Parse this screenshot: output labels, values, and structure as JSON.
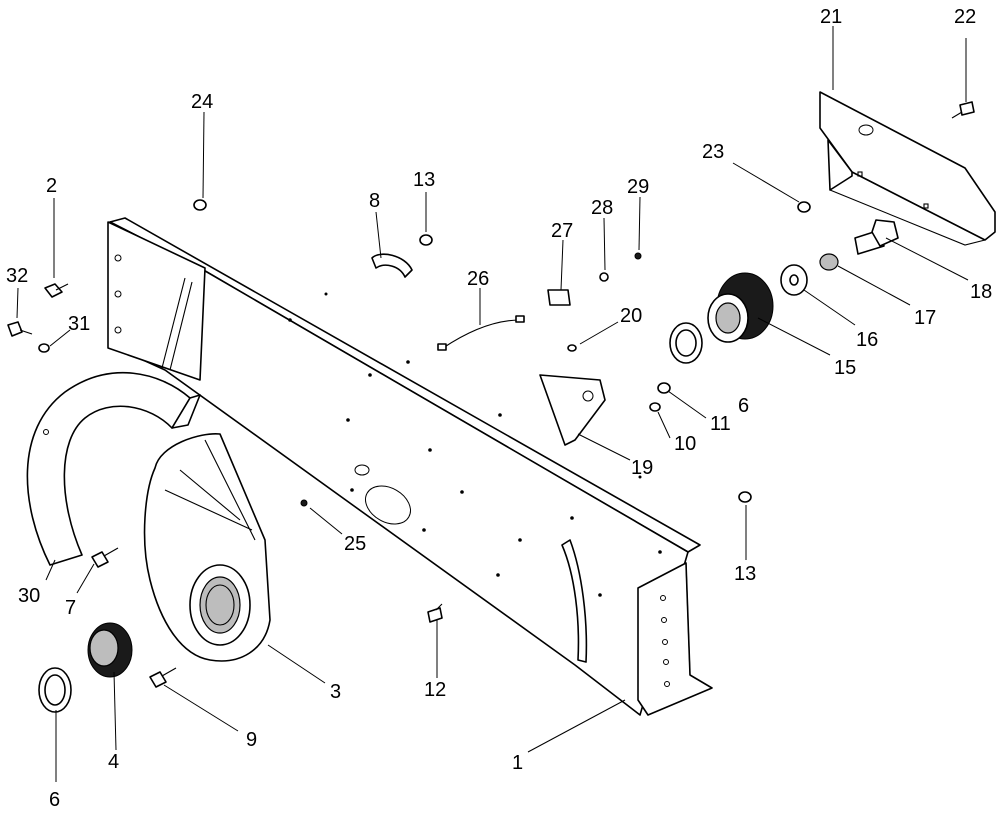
{
  "callouts": [
    {
      "id": "1",
      "label": "1"
    },
    {
      "id": "2",
      "label": "2"
    },
    {
      "id": "3",
      "label": "3"
    },
    {
      "id": "4",
      "label": "4"
    },
    {
      "id": "6a",
      "label": "6"
    },
    {
      "id": "6b",
      "label": "6"
    },
    {
      "id": "7",
      "label": "7"
    },
    {
      "id": "8",
      "label": "8"
    },
    {
      "id": "9",
      "label": "9"
    },
    {
      "id": "10",
      "label": "10"
    },
    {
      "id": "11",
      "label": "11"
    },
    {
      "id": "12",
      "label": "12"
    },
    {
      "id": "13a",
      "label": "13"
    },
    {
      "id": "13b",
      "label": "13"
    },
    {
      "id": "15",
      "label": "15"
    },
    {
      "id": "16",
      "label": "16"
    },
    {
      "id": "17",
      "label": "17"
    },
    {
      "id": "18",
      "label": "18"
    },
    {
      "id": "19",
      "label": "19"
    },
    {
      "id": "20",
      "label": "20"
    },
    {
      "id": "21",
      "label": "21"
    },
    {
      "id": "22",
      "label": "22"
    },
    {
      "id": "23",
      "label": "23"
    },
    {
      "id": "24",
      "label": "24"
    },
    {
      "id": "25",
      "label": "25"
    },
    {
      "id": "26",
      "label": "26"
    },
    {
      "id": "27",
      "label": "27"
    },
    {
      "id": "28",
      "label": "28"
    },
    {
      "id": "29",
      "label": "29"
    },
    {
      "id": "30",
      "label": "30"
    },
    {
      "id": "31",
      "label": "31"
    },
    {
      "id": "32",
      "label": "32"
    }
  ]
}
